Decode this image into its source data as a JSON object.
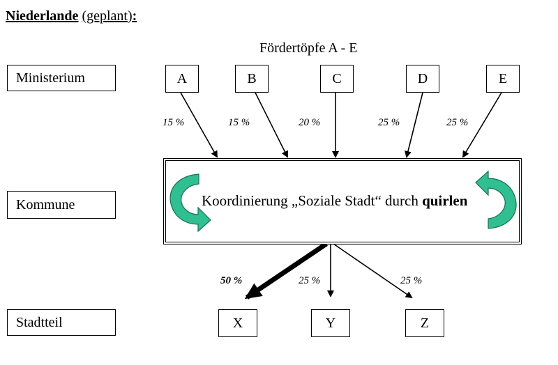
{
  "title": {
    "country": "Niederlande",
    "status": "(geplant)",
    "colon": ":"
  },
  "header": "Fördertöpfe A - E",
  "rows": {
    "ministerium": "Ministerium",
    "kommune": "Kommune",
    "stadtteil": "Stadtteil"
  },
  "funds": [
    {
      "label": "A",
      "percent": "15 %",
      "share": 15
    },
    {
      "label": "B",
      "percent": "15 %",
      "share": 15
    },
    {
      "label": "C",
      "percent": "20 %",
      "share": 20
    },
    {
      "label": "D",
      "percent": "25 %",
      "share": 25
    },
    {
      "label": "E",
      "percent": "25 %",
      "share": 25
    }
  ],
  "coordination": {
    "text": "Koordinierung „Soziale Stadt“ durch",
    "emphasis": "quirlen"
  },
  "districts": [
    {
      "label": "X",
      "percent": "50 %",
      "share": 50
    },
    {
      "label": "Y",
      "percent": "25 %",
      "share": 25
    },
    {
      "label": "Z",
      "percent": "25 %",
      "share": 25
    }
  ],
  "colors": {
    "swirl_fill": "#2fbf91",
    "swirl_dark": "#1a8a66",
    "line": "#000000"
  },
  "icons": [
    "swirl-arrow-left-icon",
    "swirl-arrow-right-icon"
  ]
}
